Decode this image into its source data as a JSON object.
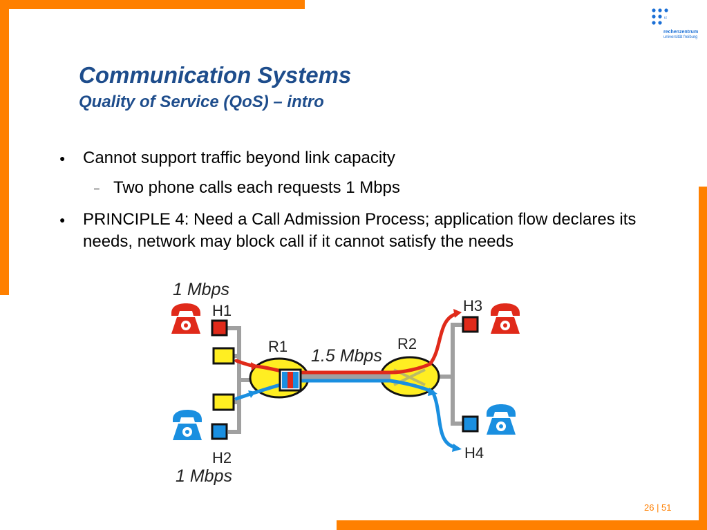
{
  "slide": {
    "title": "Communication Systems",
    "subtitle": "Quality of Service (QoS) – intro",
    "logo": {
      "line1": "rechenzentrum",
      "line2": "universität freiburg",
      "badge": "rz"
    },
    "bullets": [
      {
        "marker": "●",
        "text": "Cannot support traffic beyond link capacity",
        "sub": [
          {
            "marker": "–",
            "text": "Two phone calls each requests 1 Mbps"
          }
        ]
      },
      {
        "marker": "●",
        "text": "PRINCIPLE 4: Need a Call Admission Process; application flow declares its needs, network may block call if it cannot satisfy the needs"
      }
    ],
    "page_number": "26 | 51"
  },
  "diagram": {
    "h1": "H1",
    "h2": "H2",
    "h3": "H3",
    "h4": "H4",
    "r1": "R1",
    "r2": "R2",
    "link_rate": "1.5 Mbps",
    "rate_top": "1 Mbps",
    "rate_bottom": "1 Mbps",
    "colors": {
      "red_flow": "#e02a1a",
      "blue_flow": "#1a8fe0",
      "router": "#ffee22",
      "host_box": "#ffee22",
      "wire": "#a0a0a0",
      "orange": "#ff8000",
      "title": "#1e4d8c"
    }
  }
}
